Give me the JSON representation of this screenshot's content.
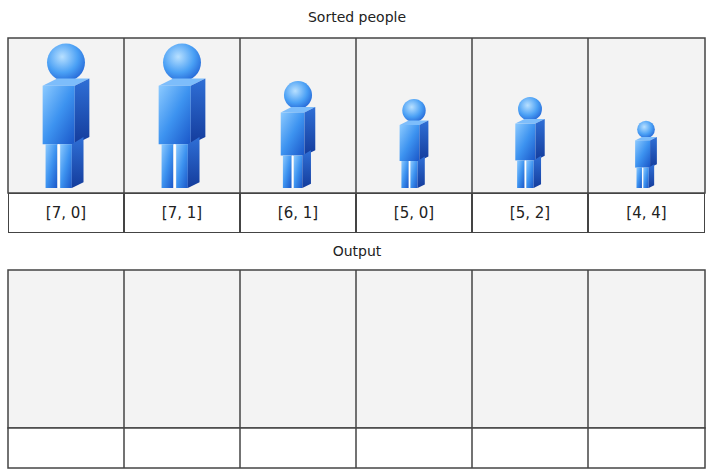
{
  "diagram": {
    "title": "Sorted people",
    "nodes": [
      {
        "text": [
          "[7, 0]"
        ]
      },
      {
        "text": [
          "[7, 1]"
        ]
      },
      {
        "text": [
          "[6, 1]"
        ]
      },
      {
        "text": [
          "[5, 0]"
        ]
      },
      {
        "text": [
          "[5, 2]"
        ]
      },
      {
        "text": [
          "[4, 4]"
        ]
      }
    ],
    "labels": [
      "Output"
    ]
  }
}
